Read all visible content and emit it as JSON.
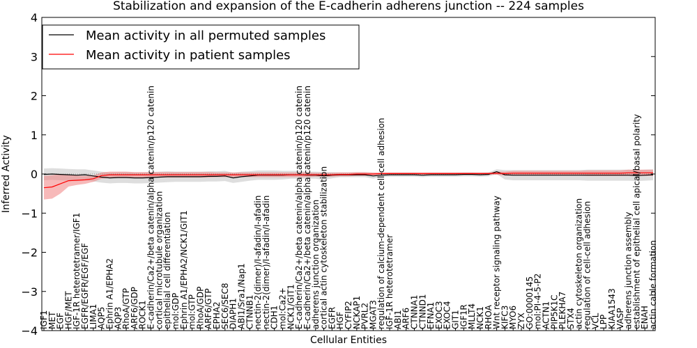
{
  "chart_data": {
    "type": "line",
    "title": "Stabilization and expansion of the E-cadherin adherens junction -- 224 samples",
    "xlabel": "Cellular Entities",
    "ylabel": "Inferred Activity",
    "ylim": [
      -4,
      4
    ],
    "yticks": [
      "4",
      "3",
      "2",
      "1",
      "0",
      "−1",
      "−2",
      "−3",
      "−4"
    ],
    "legend_position": "top-left",
    "series": [
      {
        "name": "Mean activity in all permuted samples",
        "color": "#000000"
      },
      {
        "name": "Mean activity in patient samples",
        "color": "#ff0000"
      }
    ],
    "categories": [
      "IGF1",
      "MET",
      "EGF",
      "HGF/MET",
      "IGF-1R heterotetramer/IGF1",
      "EGFR/EGFR/EGF/EGF",
      "LIMA1",
      "AQP5",
      "Ephrin A1/EPHA2",
      "AQP3",
      "RhoA/GTP",
      "ARF6/GDP",
      "ROCK1",
      "E-cadherin/Ca2+/beta catenin/alpha catenin/p120 catenin",
      "cortical microtubule organization",
      "epithelial cell differentiation",
      "mol:GDP",
      "Ephrin A1/EPHA2/NCK1/GIT1",
      "mol:GTP",
      "RhoA/GDP",
      "ARF6/GTP",
      "EPHA2",
      "SEC6/SEC8",
      "DIAPH1",
      "ABI1/Sra1/Nap1",
      "CTNNB1",
      "nectin-2(dimer)/I-afadin/I-afadin",
      "nectin-2(dimer)/I-afadin/I-afadin",
      "CDH1",
      "mol:Ca2+",
      "NCK1/GIT1",
      "E-cadherin/Ca2+/beta catenin/alpha catenin/p120 catenin",
      "E-cadherin/Ca2+/beta catenin/alpha catenin/p120 catenin",
      "adherens junction organization",
      "cortical actin cytoskeleton stabilization",
      "EGFR",
      "HGF",
      "CYFIP2",
      "NCKAP1",
      "PVRL2",
      "MGAT3",
      "regulation of calcium-dependent cell-cell adhesion",
      "IGF-1R heterotetramer",
      "ABI1",
      "ARF6",
      "CTNNA1",
      "CTNND1",
      "EFNA1",
      "EXOC3",
      "EXOC4",
      "GIT1",
      "IGF1R",
      "MLLT4",
      "NCK1",
      "RHOA",
      "Wnt receptor signaling pathway",
      "KIFC3",
      "MYO6",
      "ZYX",
      "GO:0000145",
      "mol:PI-4-5-P2",
      "ACTN1",
      "PIP5K1C",
      "PLEKHA7",
      "STX4",
      "actin cytoskeleton organization",
      "regulation of cell-cell adhesion",
      "VCL",
      "LPP",
      "KIAA1543",
      "VASP",
      "adherens junction assembly",
      "establishment of epithelial cell apical/basal polarity",
      "ENAH",
      "actin cable formation"
    ],
    "permuted_mean": [
      -0.01,
      0.0,
      -0.01,
      -0.02,
      -0.03,
      -0.02,
      -0.05,
      -0.08,
      -0.1,
      -0.09,
      -0.09,
      -0.1,
      -0.1,
      -0.09,
      -0.08,
      -0.07,
      -0.07,
      -0.07,
      -0.07,
      -0.07,
      -0.06,
      -0.06,
      -0.05,
      -0.1,
      -0.07,
      -0.05,
      -0.03,
      -0.03,
      -0.03,
      -0.03,
      -0.02,
      -0.02,
      -0.03,
      -0.03,
      -0.05,
      -0.03,
      -0.02,
      -0.02,
      -0.02,
      -0.02,
      -0.05,
      -0.03,
      -0.02,
      -0.02,
      -0.02,
      -0.02,
      -0.03,
      -0.02,
      -0.02,
      -0.02,
      -0.02,
      -0.01,
      -0.01,
      -0.02,
      -0.01,
      0.06,
      -0.02,
      -0.03,
      -0.03,
      -0.03,
      -0.03,
      -0.03,
      -0.03,
      -0.03,
      -0.03,
      -0.03,
      -0.03,
      -0.03,
      -0.03,
      -0.03,
      -0.03,
      -0.03,
      -0.04,
      -0.03,
      -0.02
    ],
    "permuted_band": [
      0.15,
      0.15,
      0.15,
      0.15,
      0.15,
      0.14,
      0.14,
      0.14,
      0.14,
      0.14,
      0.14,
      0.14,
      0.14,
      0.14,
      0.14,
      0.14,
      0.13,
      0.13,
      0.13,
      0.13,
      0.13,
      0.13,
      0.13,
      0.13,
      0.13,
      0.12,
      0.12,
      0.12,
      0.12,
      0.11,
      0.1,
      0.1,
      0.09,
      0.09,
      0.1,
      0.08,
      0.06,
      0.06,
      0.06,
      0.06,
      0.07,
      0.05,
      0.05,
      0.05,
      0.05,
      0.05,
      0.05,
      0.05,
      0.05,
      0.05,
      0.05,
      0.05,
      0.05,
      0.05,
      0.05,
      0.06,
      0.12,
      0.13,
      0.13,
      0.13,
      0.13,
      0.13,
      0.13,
      0.13,
      0.13,
      0.13,
      0.14,
      0.14,
      0.14,
      0.14,
      0.14,
      0.14,
      0.14,
      0.14,
      0.14
    ],
    "patient_mean": [
      -0.35,
      -0.33,
      -0.25,
      -0.17,
      -0.16,
      -0.15,
      -0.12,
      -0.04,
      -0.02,
      -0.02,
      -0.02,
      -0.02,
      -0.02,
      -0.02,
      -0.02,
      -0.02,
      -0.02,
      -0.02,
      -0.02,
      -0.02,
      -0.02,
      -0.02,
      -0.02,
      -0.02,
      -0.02,
      -0.02,
      -0.02,
      -0.02,
      -0.02,
      -0.02,
      -0.02,
      -0.02,
      -0.02,
      -0.02,
      -0.02,
      -0.02,
      -0.01,
      -0.01,
      0.0,
      0.0,
      0.0,
      0.01,
      0.01,
      0.01,
      0.01,
      0.01,
      0.01,
      0.01,
      0.01,
      0.01,
      0.01,
      0.01,
      0.01,
      0.01,
      0.01,
      0.02,
      0.01,
      0.02,
      0.02,
      0.02,
      0.02,
      0.02,
      0.02,
      0.02,
      0.02,
      0.02,
      0.02,
      0.02,
      0.02,
      0.02,
      0.02,
      0.03,
      0.03,
      0.03,
      0.03
    ],
    "patient_band": [
      0.3,
      0.3,
      0.25,
      0.15,
      0.12,
      0.1,
      0.08,
      0.08,
      0.08,
      0.08,
      0.08,
      0.07,
      0.07,
      0.07,
      0.07,
      0.07,
      0.07,
      0.07,
      0.07,
      0.07,
      0.07,
      0.06,
      0.06,
      0.06,
      0.06,
      0.06,
      0.06,
      0.06,
      0.06,
      0.06,
      0.06,
      0.06,
      0.06,
      0.05,
      0.05,
      0.05,
      0.05,
      0.05,
      0.05,
      0.05,
      0.04,
      0.03,
      0.03,
      0.03,
      0.03,
      0.03,
      0.03,
      0.03,
      0.03,
      0.03,
      0.03,
      0.03,
      0.03,
      0.03,
      0.03,
      0.04,
      0.05,
      0.06,
      0.06,
      0.06,
      0.06,
      0.06,
      0.06,
      0.06,
      0.06,
      0.06,
      0.07,
      0.07,
      0.07,
      0.07,
      0.07,
      0.08,
      0.08,
      0.08,
      0.08
    ],
    "colors": {
      "permuted_line": "#000000",
      "permuted_band": "#c8c8c8",
      "patient_line": "#ff0000",
      "patient_band": "#f08080",
      "zero_line": "#888888"
    },
    "grid": false
  }
}
